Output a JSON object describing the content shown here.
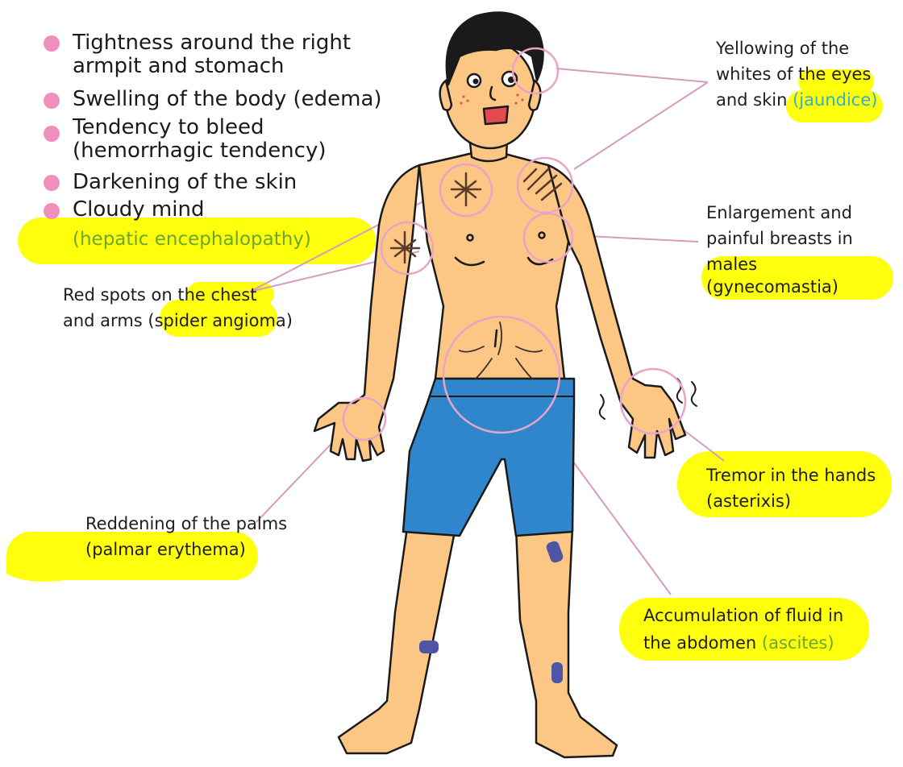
{
  "colors": {
    "skin": "#fcc785",
    "outline": "#1a1a1a",
    "hair": "#1a1a1a",
    "shorts": "#2f86cc",
    "callout_circle": "#e6a5c8",
    "leader_line": "#d79ac0",
    "highlight": "#ffff00",
    "bullet": "#f08fbd",
    "term_green": "#6aa72a",
    "term_cyan": "#2fb1c8",
    "bruise": "#4f55a6"
  },
  "symptom_list": {
    "items": [
      {
        "lines": [
          "Tightness around the right",
          "armpit and stomach"
        ]
      },
      {
        "lines": [
          "Swelling of the body (edema)"
        ]
      },
      {
        "lines": [
          "Tendency to bleed",
          "(hemorrhagic tendency)"
        ]
      },
      {
        "lines": [
          "Darkening of the skin"
        ]
      },
      {
        "lines": [
          "Cloudy mind"
        ]
      }
    ],
    "last_item_term": "(hepatic encephalopathy)"
  },
  "labels": {
    "jaundice": {
      "line1": "Yellowing of the",
      "line2": "whites of the eyes",
      "line3_prefix": "and skin ",
      "term": "(jaundice)"
    },
    "gynecomastia": {
      "line1": "Enlargement and",
      "line2": "painful breasts in",
      "line3": "males",
      "term": "(gynecomastia)"
    },
    "spider_angioma": {
      "line1": "Red spots on the chest",
      "line2_prefix": "and arms (",
      "term": "spider angioma",
      "line2_suffix": ")"
    },
    "asterixis": {
      "line1": "Tremor in the hands",
      "term": "(asterixis)"
    },
    "palmar_erythema": {
      "line1": "Reddening of the palms",
      "term": "(palmar erythema)"
    },
    "ascites": {
      "line1": "Accumulation of fluid in",
      "line2_prefix": "the abdomen ",
      "term": "(ascites)"
    }
  }
}
